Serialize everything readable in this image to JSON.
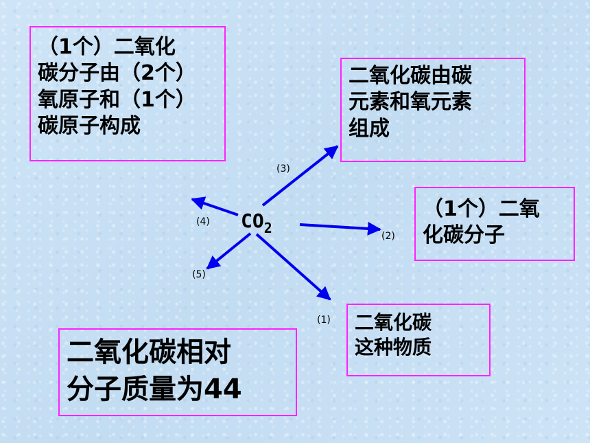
{
  "center": {
    "formula": "CO",
    "subscript": "2"
  },
  "boxes": {
    "molecule_composition": [
      "（1个）二氧化",
      "碳分子由（2个）",
      "氧原子和（1个）",
      "碳原子构成"
    ],
    "element_composition": [
      "二氧化碳由碳",
      "元素和氧元素",
      "组成"
    ],
    "one_molecule": [
      "（1个）二氧",
      "化碳分子"
    ],
    "substance": [
      "二氧化碳",
      "这种物质"
    ],
    "relative_mass": [
      "二氧化碳相对",
      "分子质量为44"
    ]
  },
  "arrow_labels": {
    "a1": "(1)",
    "a2": "(2)",
    "a3": "(3)",
    "a4": "(4)",
    "a5": "(5)"
  },
  "colors": {
    "arrow": "#0000ee",
    "box_border": "#ff22ff",
    "background": "#c8e0f4"
  }
}
